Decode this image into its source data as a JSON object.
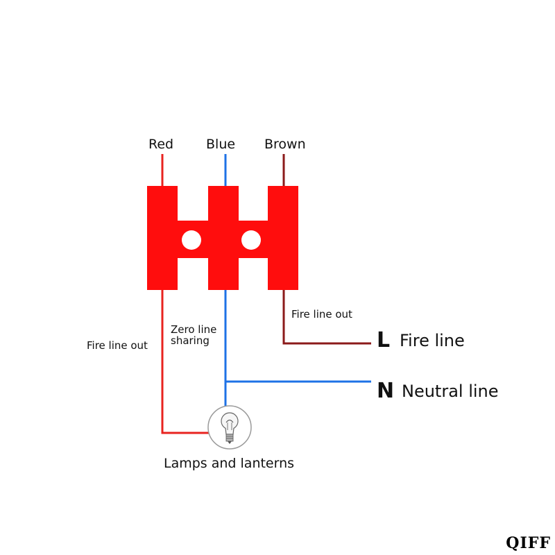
{
  "wires": {
    "red": {
      "label": "Red",
      "color": "#e8231f"
    },
    "blue": {
      "label": "Blue",
      "color": "#1e72e6"
    },
    "brown": {
      "label": "Brown",
      "color": "#8b1a1a"
    }
  },
  "terminal_block": {
    "color": "#ff0d0d",
    "hole_color": "#ffffff"
  },
  "annotations": {
    "fire_line_out_right": "Fire line out",
    "fire_line_out_left": "Fire line out",
    "zero_line_sharing_1": "Zero line",
    "zero_line_sharing_2": "sharing"
  },
  "outputs": {
    "live": {
      "letter": "L",
      "name": "Fire line"
    },
    "neutral": {
      "letter": "N",
      "name": "Neutral line"
    }
  },
  "lamp": {
    "label": "Lamps and lanterns",
    "icon": "light-bulb-icon"
  },
  "watermark": "QIFF"
}
